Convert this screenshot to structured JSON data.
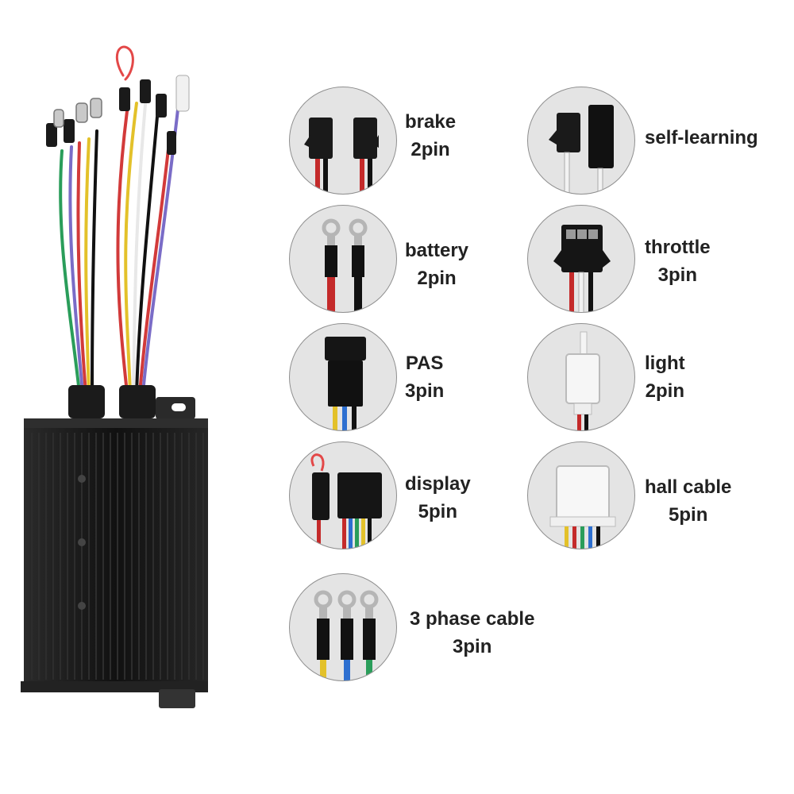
{
  "connectors": [
    {
      "name": "brake",
      "pins": "2pin",
      "icon": "brake-connector-icon"
    },
    {
      "name": "self-learning",
      "pins": "",
      "icon": "self-learning-connector-icon"
    },
    {
      "name": "battery",
      "pins": "2pin",
      "icon": "battery-connector-icon"
    },
    {
      "name": "throttle",
      "pins": "3pin",
      "icon": "throttle-connector-icon"
    },
    {
      "name": "PAS",
      "pins": "3pin",
      "icon": "pas-connector-icon"
    },
    {
      "name": "light",
      "pins": "2pin",
      "icon": "light-connector-icon"
    },
    {
      "name": "display",
      "pins": "5pin",
      "icon": "display-connector-icon"
    },
    {
      "name": "hall cable",
      "pins": "5pin",
      "icon": "hall-cable-connector-icon"
    },
    {
      "name": "3 phase cable",
      "pins": "3pin",
      "icon": "phase-cable-connector-icon"
    }
  ],
  "colors": {
    "background": "#ffffff",
    "controller_body": "#141414",
    "connector_circle": "#e4e4e4",
    "label_text": "#222222"
  }
}
